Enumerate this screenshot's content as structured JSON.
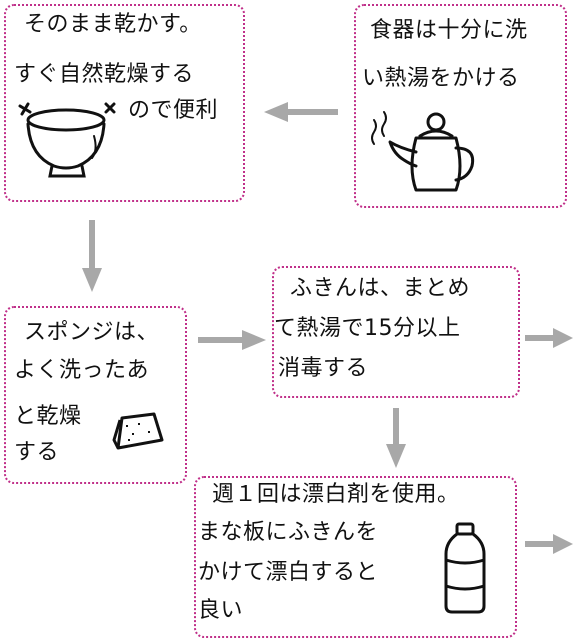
{
  "boxes": {
    "dry": {
      "line1": "そのまま乾かす。",
      "line2": "すぐ自然乾燥する",
      "line3": "ので便利"
    },
    "wash": {
      "line1": "食器は十分に洗",
      "line2": "い熱湯をかける"
    },
    "sponge": {
      "line1": "スポンジは、",
      "line2": "よく洗ったあ",
      "line3": "と乾燥",
      "line4": "する"
    },
    "cloth": {
      "line1": "ふきんは、まとめ",
      "line2": "て熱湯で15分以上",
      "line3": "消毒する"
    },
    "bleach": {
      "line1": "週１回は漂白剤を使用。",
      "line2": "まな板にふきんを",
      "line3": "かけて漂白すると",
      "line4": "良い"
    }
  },
  "icons": {
    "bowl": "bowl-icon",
    "teapot": "teapot-icon",
    "sponge": "sponge-icon",
    "bottle": "bleach-bottle-icon",
    "arrow": "arrow-icon"
  },
  "colors": {
    "border": "#c0308a",
    "arrow": "#a8a8a8"
  }
}
